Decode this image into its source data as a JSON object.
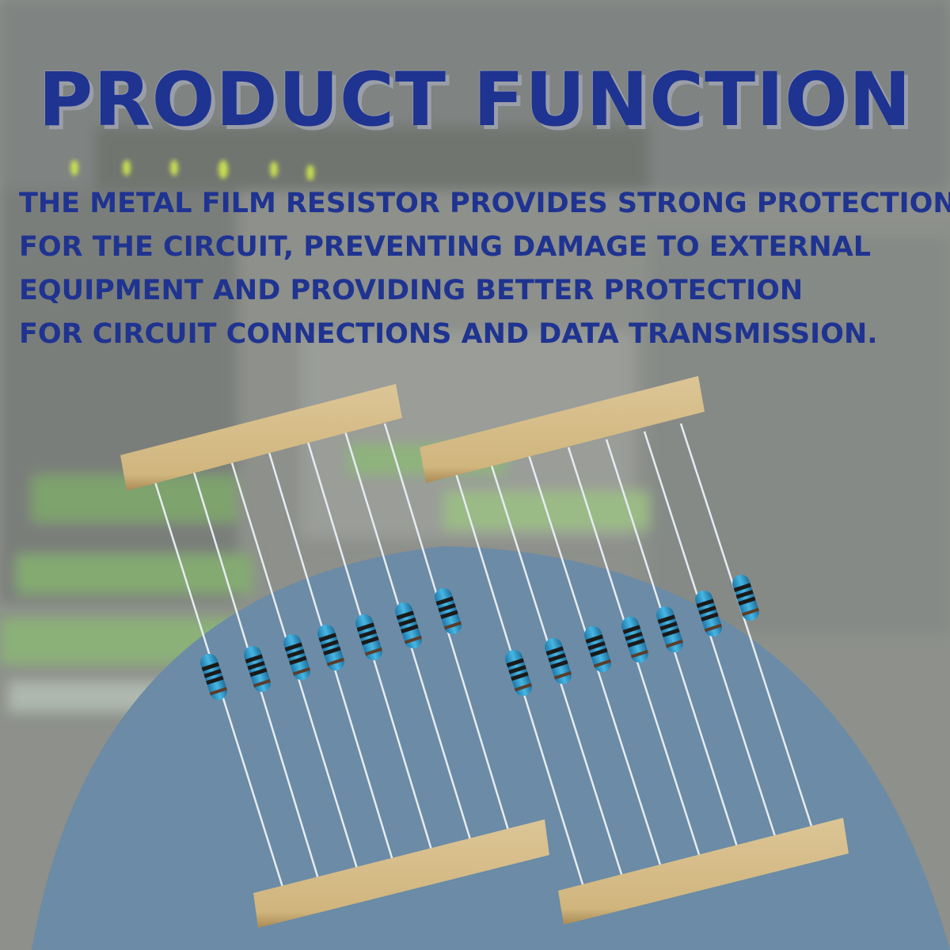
{
  "page": {
    "title": "PRODUCT FUNCTION",
    "description_lines": [
      "THE METAL FILM RESISTOR PROVIDES STRONG PROTECTION",
      "FOR THE CIRCUIT, PREVENTING DAMAGE TO EXTERNAL",
      "EQUIPMENT AND PROVIDING BETTER PROTECTION",
      "FOR CIRCUIT CONNECTIONS AND DATA TRANSMISSION."
    ]
  },
  "colors": {
    "title_text": "#1f3391",
    "title_shadow": "#9a9ea8",
    "background_gray": "#8e918c",
    "arc_blue": "#6b8ba6",
    "tape": "#d4bc88",
    "resistor_body": "#2f9cc9"
  },
  "product": {
    "strips": 2,
    "resistors_per_strip": 7
  }
}
